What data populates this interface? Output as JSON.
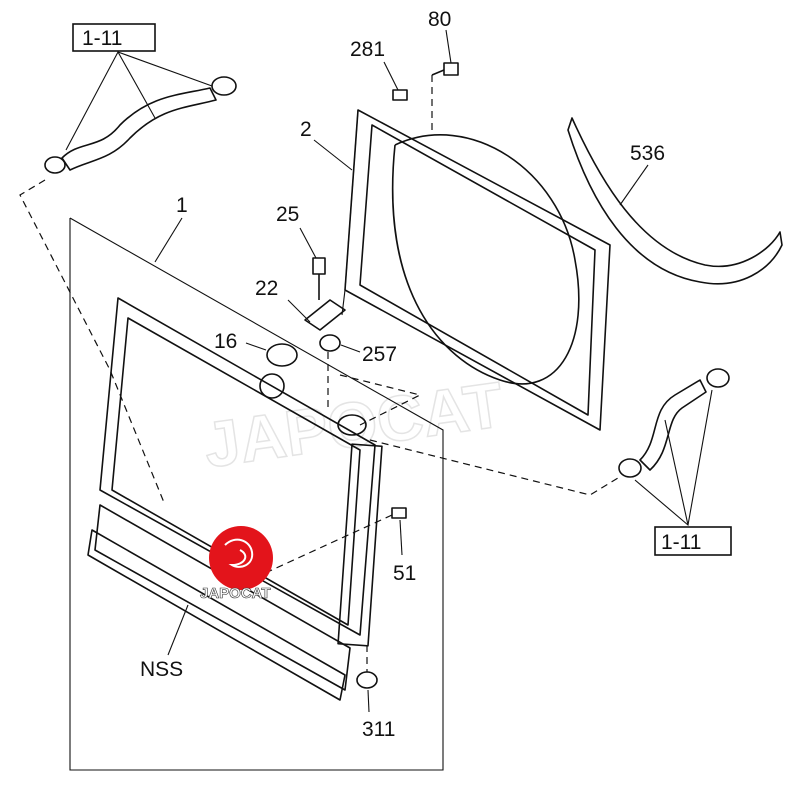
{
  "diagram": {
    "callouts": {
      "ref_top": "1-11",
      "ref_bottom": "1-11",
      "p80": "80",
      "p281": "281",
      "p2": "2",
      "p536": "536",
      "p1": "1",
      "p25": "25",
      "p22": "22",
      "p16": "16",
      "p257": "257",
      "p51": "51",
      "nss": "NSS",
      "p311": "311"
    },
    "watermark": "JAPOCAT",
    "logo": {
      "text": "JAPOCAT",
      "color": "#e3141b"
    }
  }
}
